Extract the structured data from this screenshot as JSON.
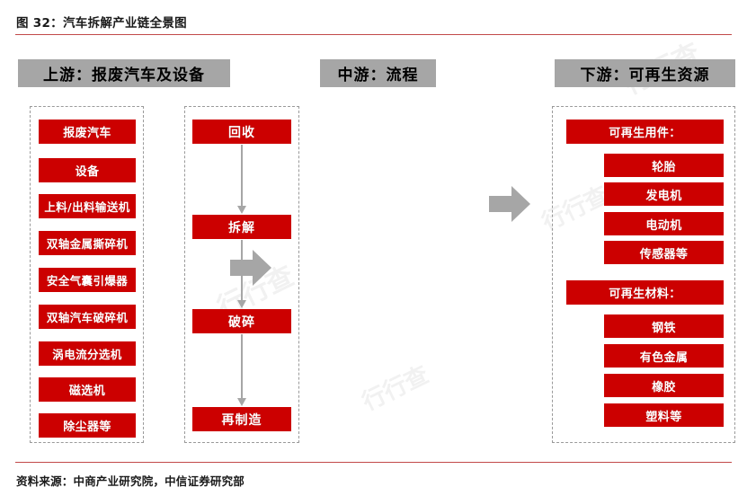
{
  "figure": {
    "title": "图 32：汽车拆解产业链全景图",
    "source": "资料来源：中商产业研究院，中信证券研究部",
    "accent_red": "#CC0000",
    "header_gray": "#A6A6A6",
    "rule_color": "#C24A4A",
    "watermark": "行行查"
  },
  "columns": {
    "upstream": {
      "header": "上游：报废汽车及设备",
      "items": [
        "报废汽车",
        "设备",
        "上料/出料输送机",
        "双轴金属撕碎机",
        "安全气囊引爆器",
        "双轴汽车破碎机",
        "涡电流分选机",
        "磁选机",
        "除尘器等"
      ]
    },
    "midstream": {
      "header": "中游：流程",
      "items": [
        "回收",
        "拆解",
        "破碎",
        "再制造"
      ]
    },
    "downstream": {
      "header": "下游：可再生资源",
      "groups": [
        {
          "title": "可再生用件：",
          "items": [
            "轮胎",
            "发电机",
            "电动机",
            "传感器等"
          ]
        },
        {
          "title": "可再生材料：",
          "items": [
            "钢铁",
            "有色金属",
            "橡胶",
            "塑料等"
          ]
        }
      ]
    }
  },
  "connectors": {
    "upstream_to_midstream": "block-arrow-right",
    "midstream_to_downstream": "block-arrow-right",
    "flow_arrows": [
      "回收→拆解",
      "拆解→破碎",
      "破碎→再制造"
    ]
  }
}
